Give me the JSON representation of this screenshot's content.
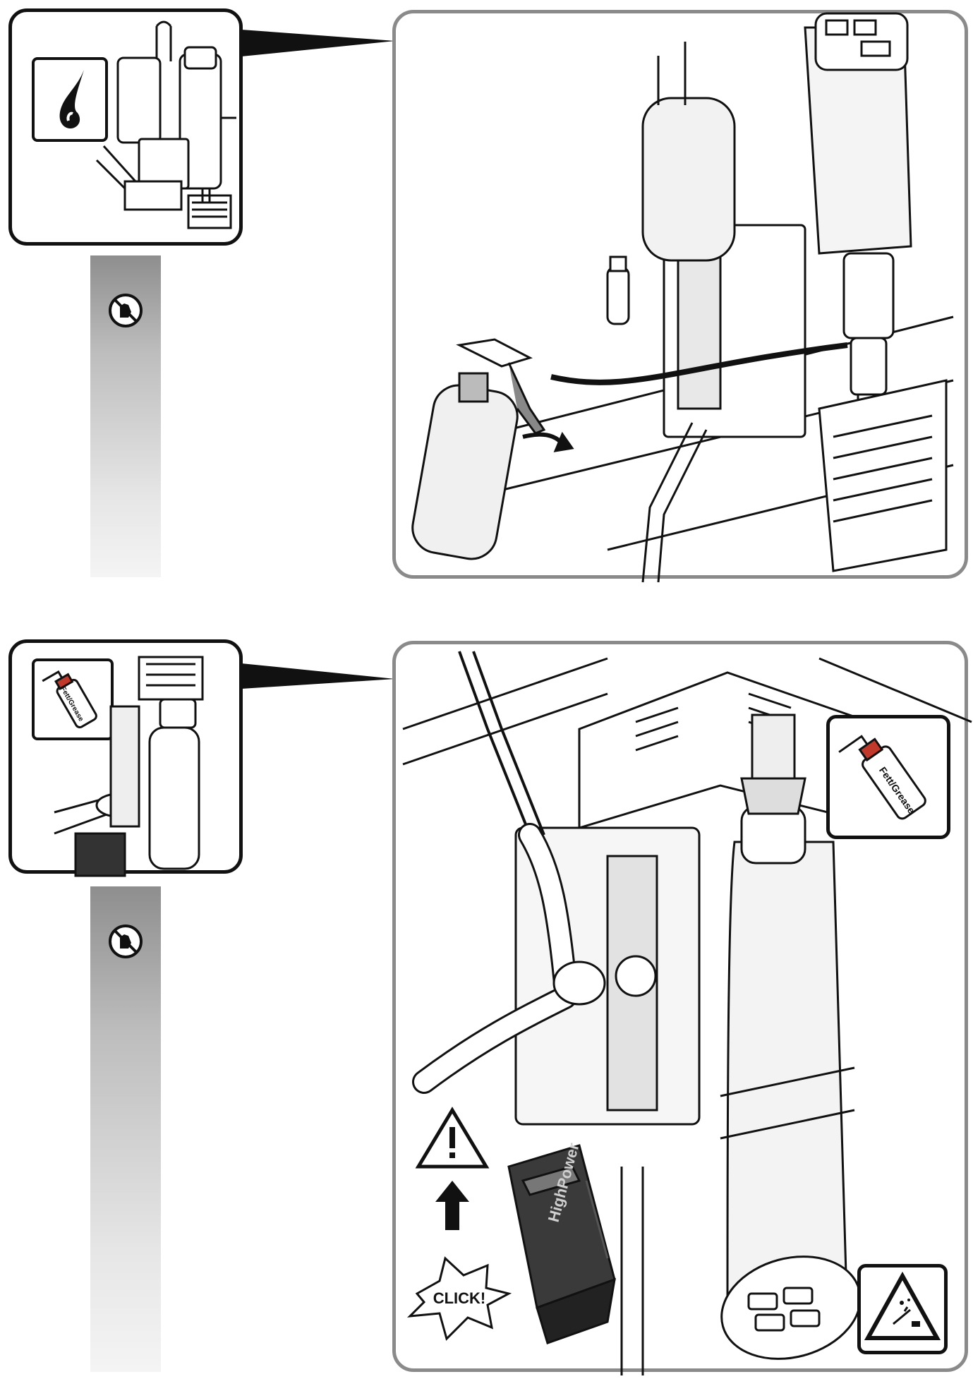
{
  "step1": {
    "callout_icon": "oil-drop-icon",
    "bar_icon": "no-touch-hand-icon",
    "main_scene": "drill-lubrication-spray-bottle"
  },
  "step2": {
    "callout_icon": "grease-spray-can-icon",
    "can_label": "Fett/Grease",
    "bar_icon": "no-touch-hand-icon",
    "battery_label": "HighPower",
    "click_label": "CLICK!",
    "warning_icon": "warning-triangle-icon",
    "hazard_icon": "flying-debris-warning-icon",
    "arrow_icon": "up-arrow-icon"
  }
}
